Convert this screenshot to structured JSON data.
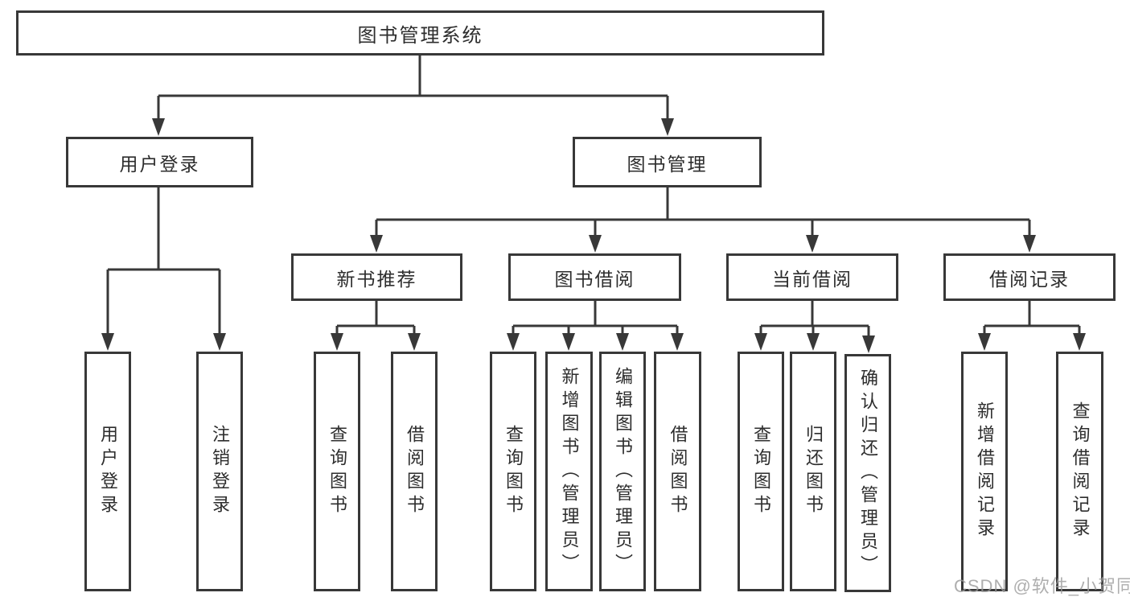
{
  "tree": {
    "root": "图书管理系统",
    "branches": [
      {
        "label": "用户登录",
        "children": [
          "用户登录",
          "注销登录"
        ]
      },
      {
        "label": "图书管理",
        "sections": [
          {
            "label": "新书推荐",
            "children": [
              "查询图书",
              "借阅图书"
            ]
          },
          {
            "label": "图书借阅",
            "children": [
              "查询图书",
              "新增图书（管理员）",
              "编辑图书（管理员）",
              "借阅图书"
            ]
          },
          {
            "label": "当前借阅",
            "children": [
              "查询图书",
              "归还图书",
              "确认归还（管理员）"
            ]
          },
          {
            "label": "借阅记录",
            "children": [
              "新增借阅记录",
              "查询借阅记录"
            ]
          }
        ]
      }
    ]
  },
  "watermark": {
    "text": "CSDN @软件_小贺同学"
  },
  "colors": {
    "line": "#383838",
    "box_border": "#383838",
    "text": "#2d2d2d",
    "watermark": "#9b9b9b",
    "background": "#ffffff"
  }
}
